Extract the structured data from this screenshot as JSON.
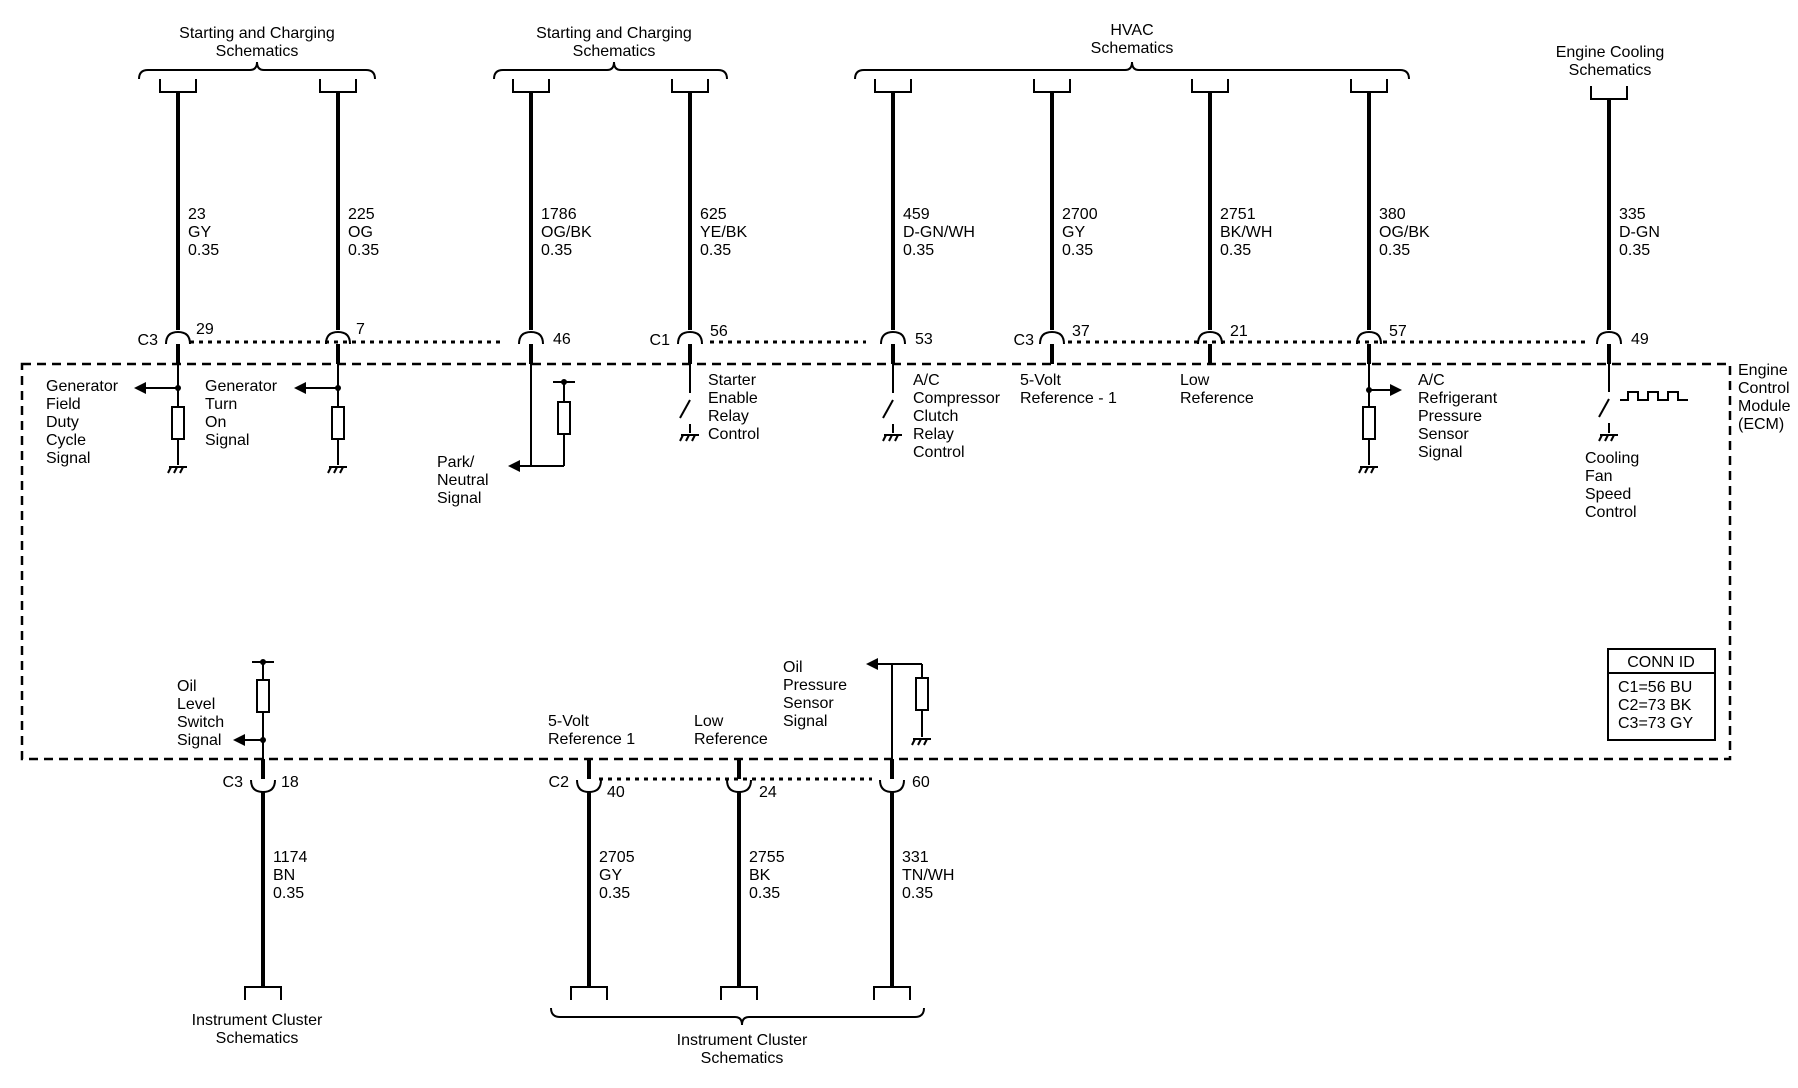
{
  "headers": {
    "sc1": [
      "Starting and Charging",
      "Schematics"
    ],
    "sc2": [
      "Starting and Charging",
      "Schematics"
    ],
    "hvac": [
      "HVAC",
      "Schematics"
    ],
    "ec": [
      "Engine Cooling",
      "Schematics"
    ],
    "ic1": [
      "Instrument Cluster",
      "Schematics"
    ],
    "ic2": [
      "Instrument Cluster",
      "Schematics"
    ]
  },
  "module_name": [
    "Engine",
    "Control",
    "Module",
    "(ECM)"
  ],
  "conn_id": {
    "title": "CONN ID",
    "lines": [
      "C1=56 BU",
      "C2=73 BK",
      "C3=73 GY"
    ]
  },
  "top_wires": [
    {
      "id": "w23",
      "circuit": "23",
      "color": "GY",
      "gauge": "0.35",
      "connector": "C3",
      "pin": "29",
      "function": [
        "Generator",
        "Field",
        "Duty",
        "Cycle",
        "Signal"
      ]
    },
    {
      "id": "w225",
      "circuit": "225",
      "color": "OG",
      "gauge": "0.35",
      "connector": "",
      "pin": "7",
      "function": [
        "Generator",
        "Turn",
        "On",
        "Signal"
      ]
    },
    {
      "id": "w1786",
      "circuit": "1786",
      "color": "OG/BK",
      "gauge": "0.35",
      "connector": "",
      "pin": "46",
      "function": [
        "Park/",
        "Neutral",
        "Signal"
      ]
    },
    {
      "id": "w625",
      "circuit": "625",
      "color": "YE/BK",
      "gauge": "0.35",
      "connector": "C1",
      "pin": "56",
      "function": [
        "Starter",
        "Enable",
        "Relay",
        "Control"
      ]
    },
    {
      "id": "w459",
      "circuit": "459",
      "color": "D-GN/WH",
      "gauge": "0.35",
      "connector": "",
      "pin": "53",
      "function": [
        "A/C",
        "Compressor",
        "Clutch",
        "Relay",
        "Control"
      ]
    },
    {
      "id": "w2700",
      "circuit": "2700",
      "color": "GY",
      "gauge": "0.35",
      "connector": "C3",
      "pin": "37",
      "function": [
        "5-Volt",
        "Reference - 1"
      ]
    },
    {
      "id": "w2751",
      "circuit": "2751",
      "color": "BK/WH",
      "gauge": "0.35",
      "connector": "",
      "pin": "21",
      "function": [
        "Low",
        "Reference"
      ]
    },
    {
      "id": "w380",
      "circuit": "380",
      "color": "OG/BK",
      "gauge": "0.35",
      "connector": "",
      "pin": "57",
      "function": [
        "A/C",
        "Refrigerant",
        "Pressure",
        "Sensor",
        "Signal"
      ]
    },
    {
      "id": "w335",
      "circuit": "335",
      "color": "D-GN",
      "gauge": "0.35",
      "connector": "",
      "pin": "49",
      "function": [
        "Cooling",
        "Fan",
        "Speed",
        "Control"
      ]
    }
  ],
  "bottom_wires": [
    {
      "id": "w1174",
      "circuit": "1174",
      "color": "BN",
      "gauge": "0.35",
      "connector": "C3",
      "pin": "18",
      "function": [
        "Oil",
        "Level",
        "Switch",
        "Signal"
      ]
    },
    {
      "id": "w2705",
      "circuit": "2705",
      "color": "GY",
      "gauge": "0.35",
      "connector": "C2",
      "pin": "40",
      "function": [
        "5-Volt",
        "Reference 1"
      ]
    },
    {
      "id": "w2755",
      "circuit": "2755",
      "color": "BK",
      "gauge": "0.35",
      "connector": "",
      "pin": "24",
      "function": [
        "Low",
        "Reference"
      ]
    },
    {
      "id": "w331",
      "circuit": "331",
      "color": "TN/WH",
      "gauge": "0.35",
      "connector": "",
      "pin": "60",
      "function": [
        "Oil",
        "Pressure",
        "Sensor",
        "Signal"
      ]
    }
  ]
}
